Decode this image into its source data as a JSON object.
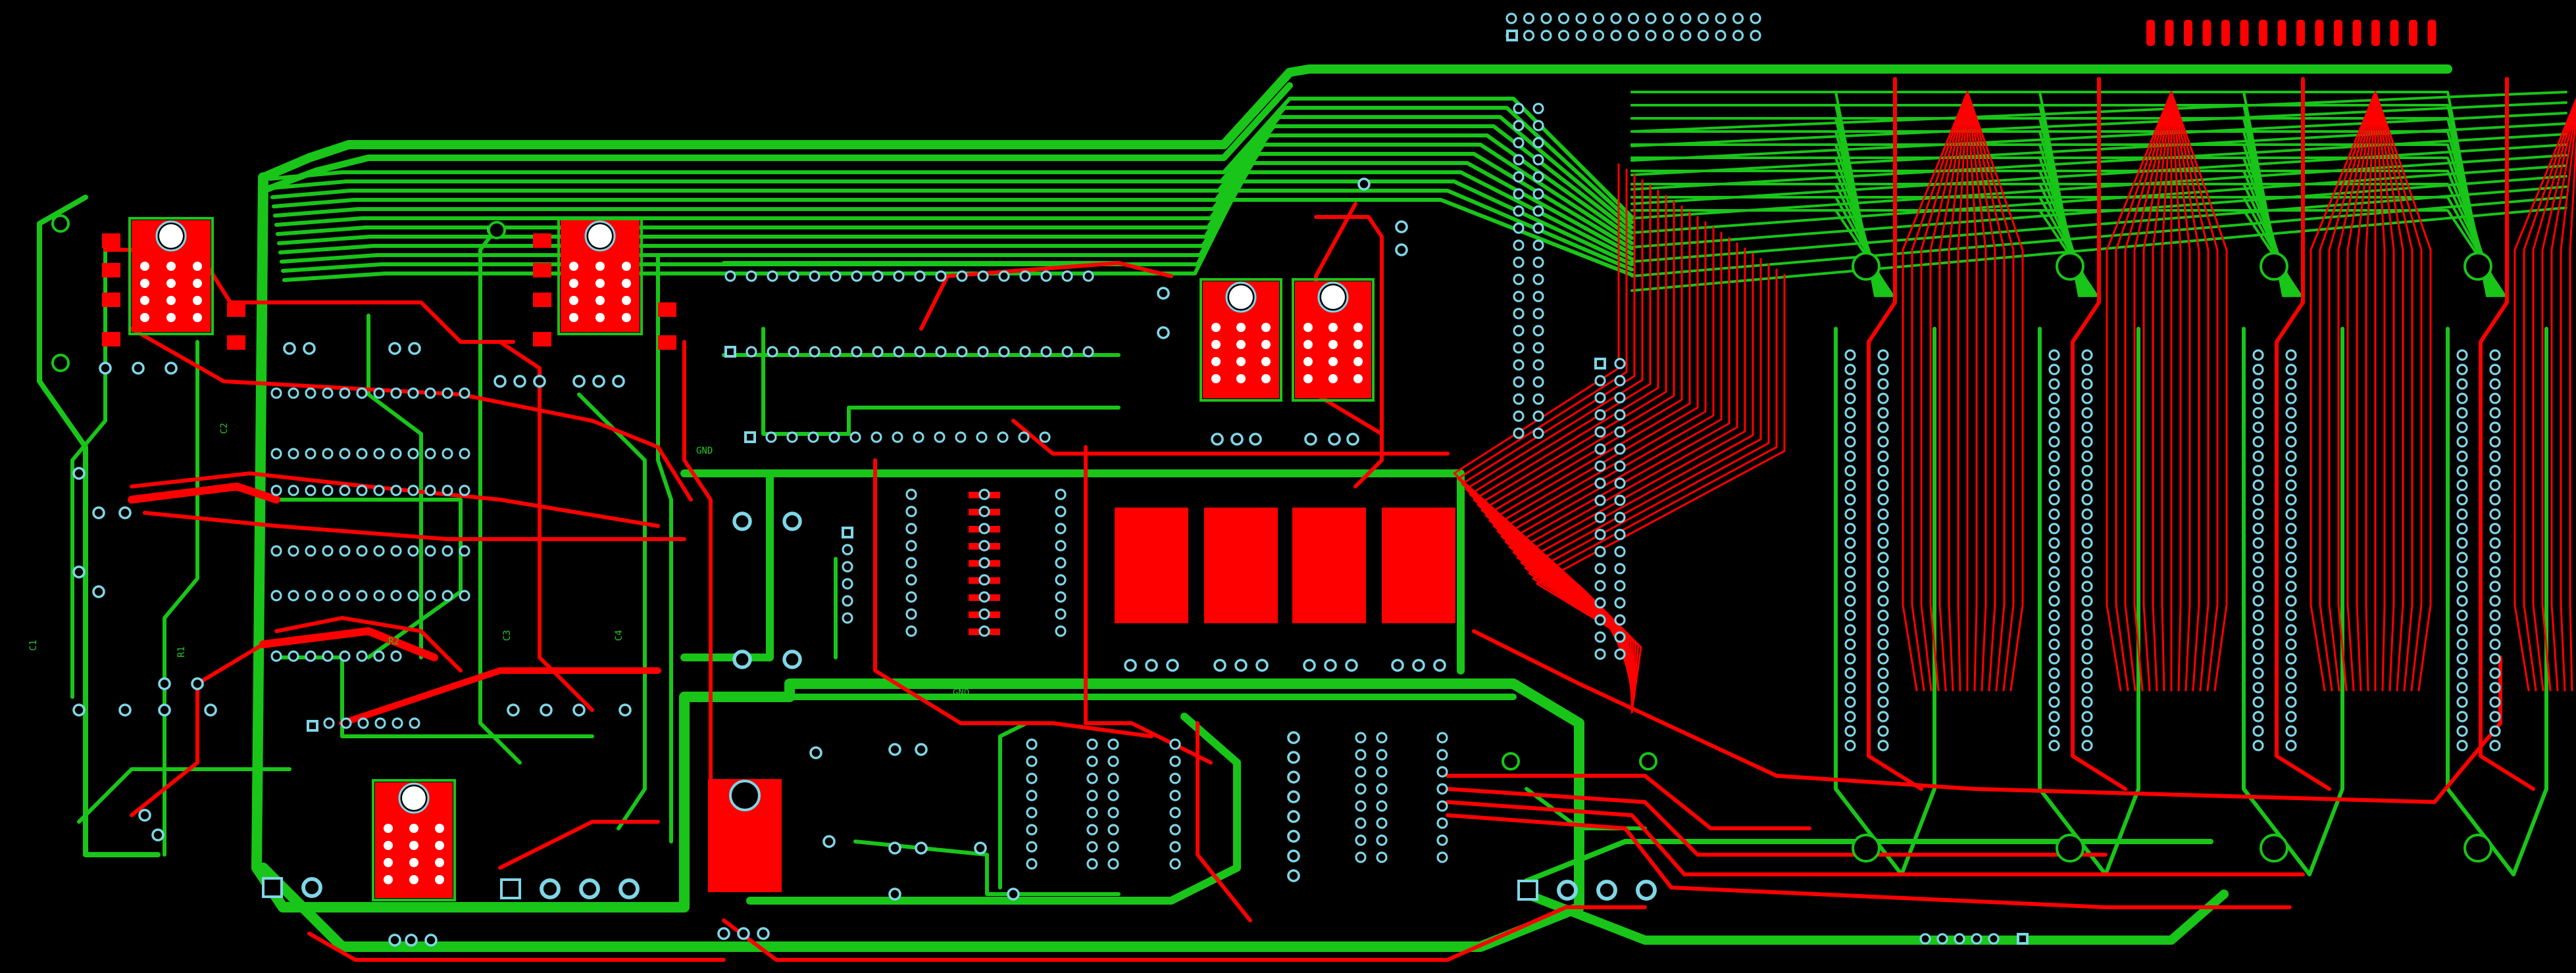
{
  "board": {
    "background": "#000000",
    "colors": {
      "top_copper": "#ff0000",
      "bottom_copper": "#19c519",
      "pad_ring": "#7fd6e6",
      "silkscreen": "#22c822"
    },
    "silk_labels": [
      {
        "text": "GND"
      },
      {
        "text": "GND"
      },
      {
        "text": "C1"
      },
      {
        "text": "C2"
      },
      {
        "text": "C3"
      },
      {
        "text": "C4"
      },
      {
        "text": "R1"
      },
      {
        "text": "R2"
      }
    ],
    "component_types": [
      "mounting-hole",
      "ic-dip",
      "pin-header",
      "relay-block",
      "connector-edge",
      "dual-row-header"
    ]
  }
}
